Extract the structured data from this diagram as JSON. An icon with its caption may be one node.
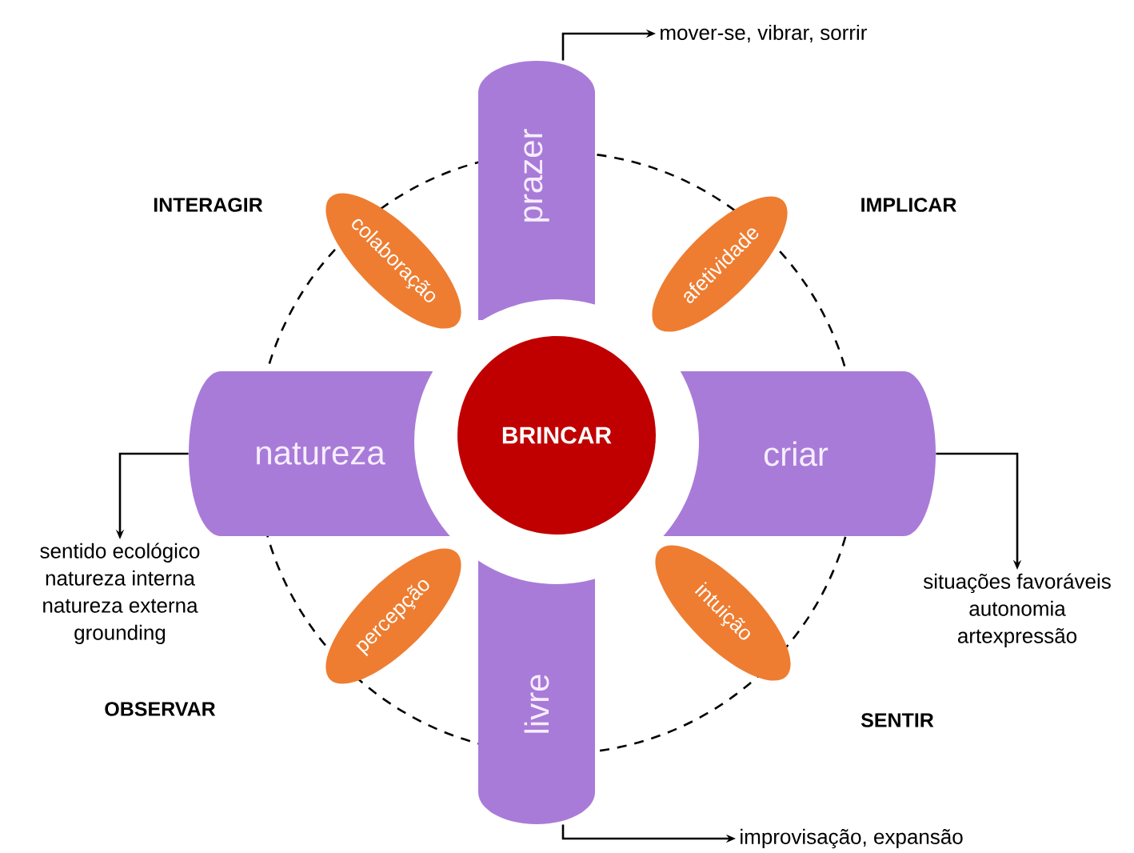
{
  "diagram": {
    "nodes": [
      {
        "text": [
          "prazer"
        ]
      },
      {
        "text": [
          "colaboração"
        ]
      },
      {
        "text": [
          "afetividade"
        ]
      },
      {
        "text": [
          "natureza"
        ]
      },
      {
        "text": [
          "BRINCAR"
        ]
      },
      {
        "text": [
          "criar"
        ]
      },
      {
        "text": [
          "percepção"
        ]
      },
      {
        "text": [
          "intuição"
        ]
      },
      {
        "text": [
          "livre"
        ]
      },
      {
        "text": [
          "mover-se, vibrar, sorrir"
        ]
      },
      {
        "text": [
          "sentido ecológico",
          "natureza interna",
          "natureza externa",
          "grounding"
        ]
      },
      {
        "text": [
          "situações favoráveis",
          "autonomia",
          "artexpressão"
        ]
      },
      {
        "text": [
          "improvisação, expansão"
        ]
      }
    ],
    "edges": [
      {
        "from": 0,
        "to": 9,
        "arrow": "to"
      },
      {
        "from": 3,
        "to": 10,
        "arrow": "to"
      },
      {
        "from": 5,
        "to": 11,
        "arrow": "to"
      },
      {
        "from": 8,
        "to": 12,
        "arrow": "to"
      }
    ],
    "labels": [
      "INTERAGIR",
      "IMPLICAR",
      "OBSERVAR",
      "SENTIR"
    ]
  }
}
